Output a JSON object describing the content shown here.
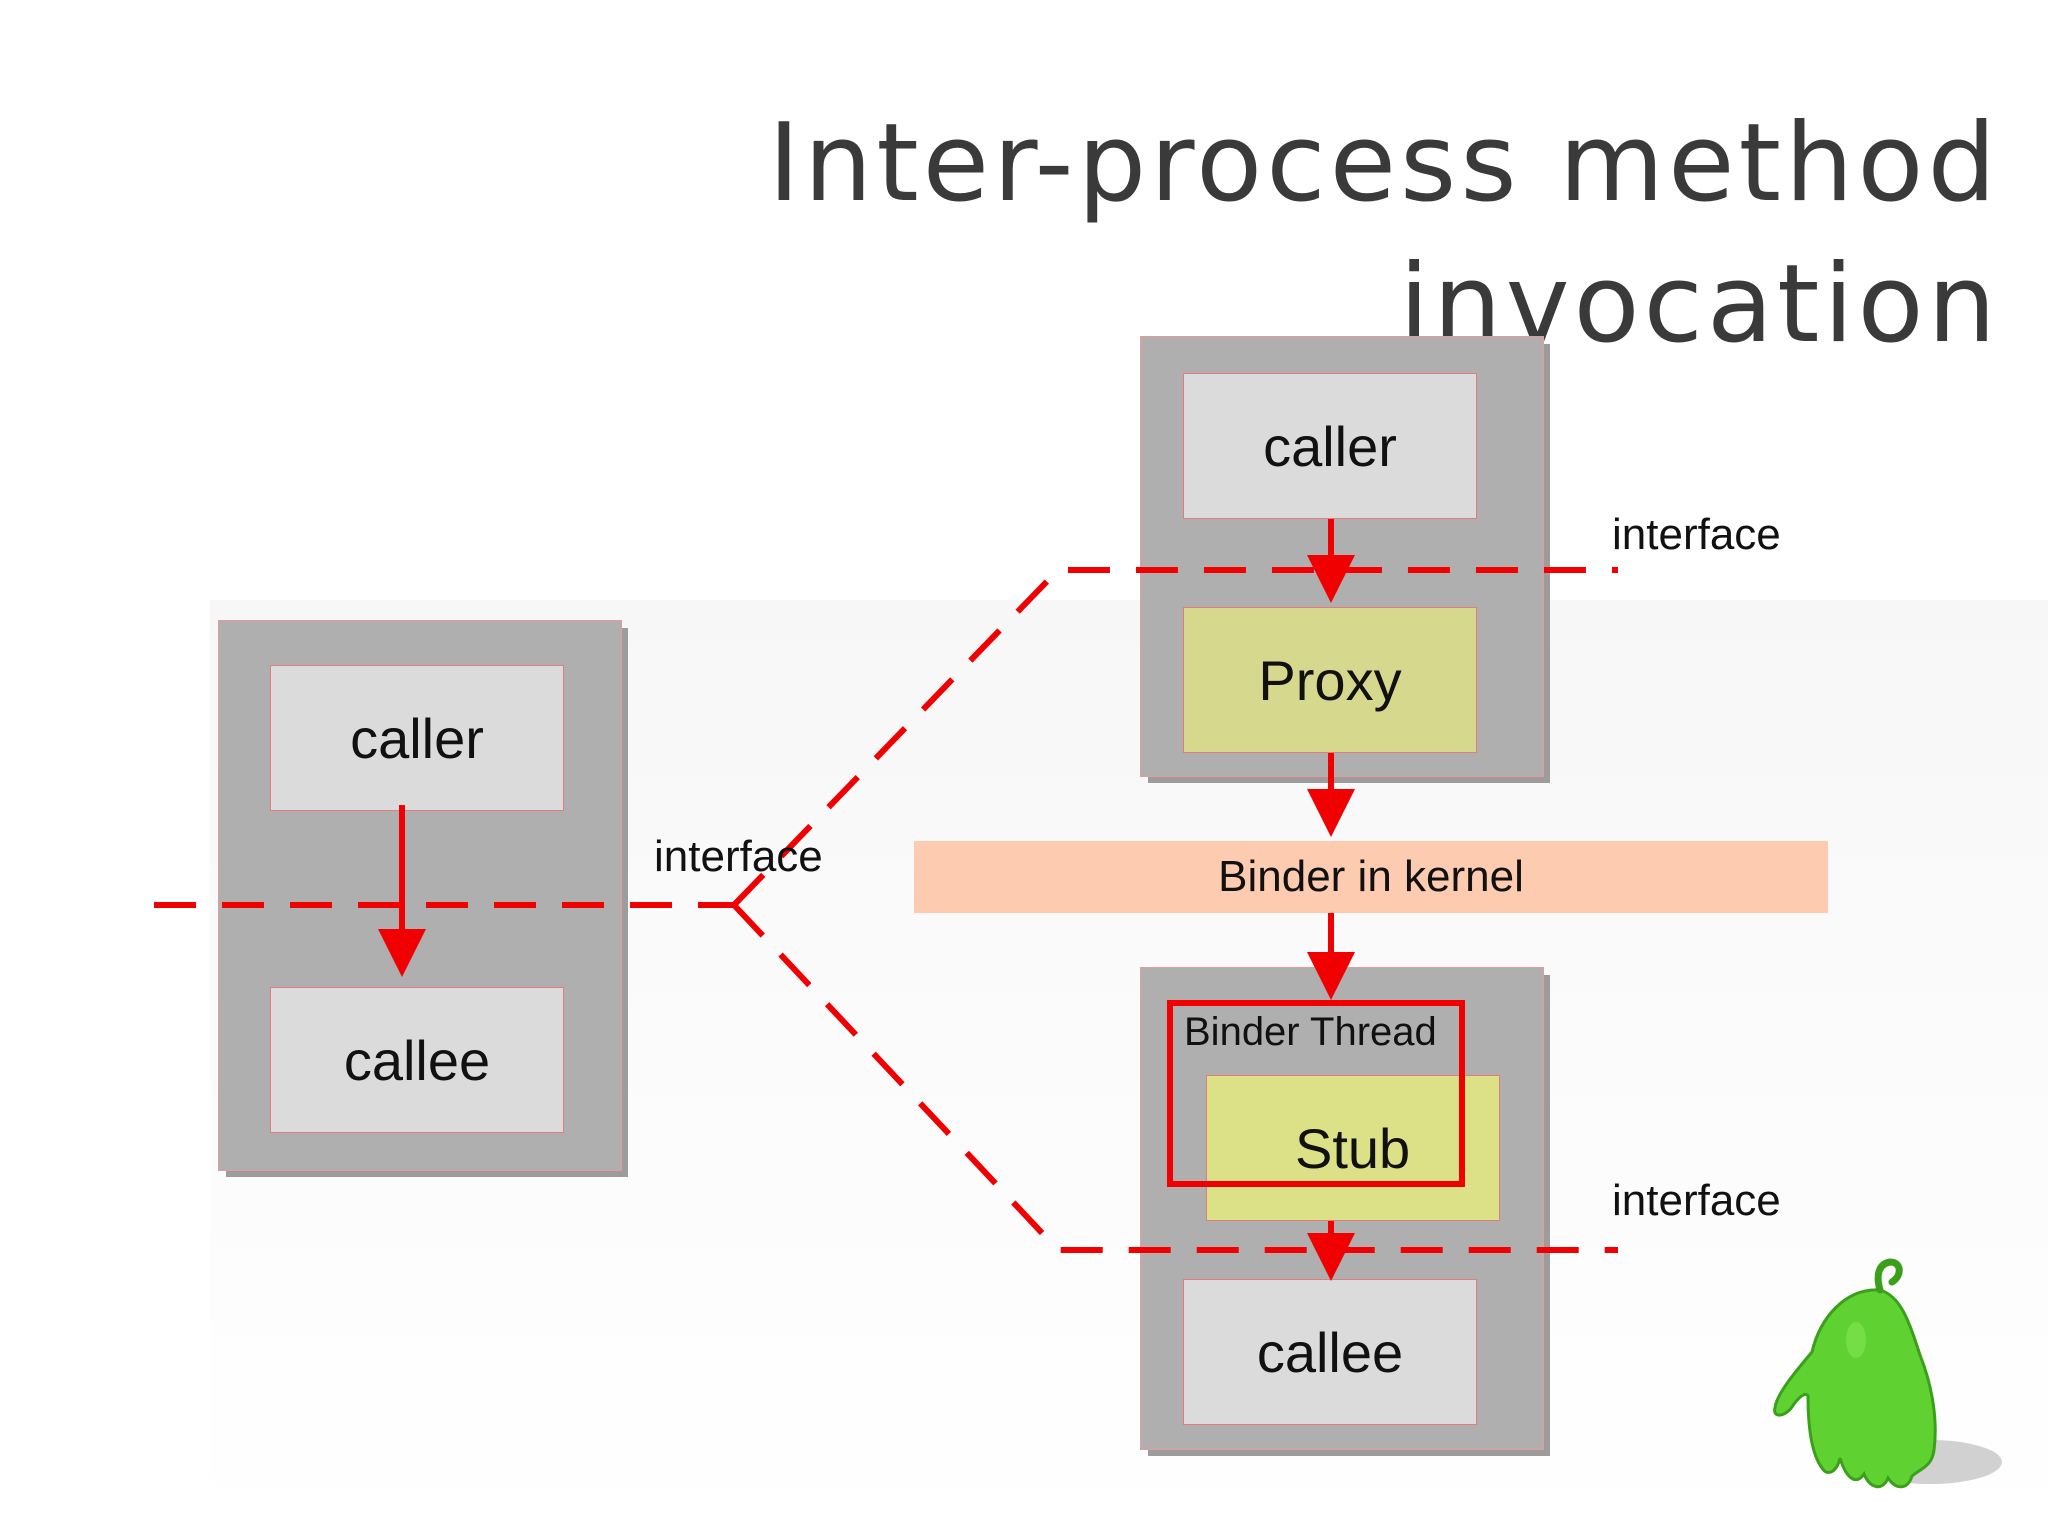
{
  "title": "Inter-process method invocation",
  "left_process": {
    "caller": "caller",
    "callee": "callee",
    "interface_label": "interface"
  },
  "right_process_top": {
    "caller": "caller",
    "proxy": "Proxy",
    "interface_label": "interface"
  },
  "kernel": {
    "label": "Binder in kernel"
  },
  "right_process_bottom": {
    "thread_label": "Binder Thread",
    "stub": "Stub",
    "callee": "callee",
    "interface_label": "interface"
  },
  "colors": {
    "process": "#b0afaf",
    "box": "#dcdbdc",
    "proxy": "#d6d88e",
    "kernel": "#fccbb0",
    "line": "#f00000",
    "mascot": "#5fd232"
  },
  "icons": [
    "green-mascot-icon"
  ]
}
